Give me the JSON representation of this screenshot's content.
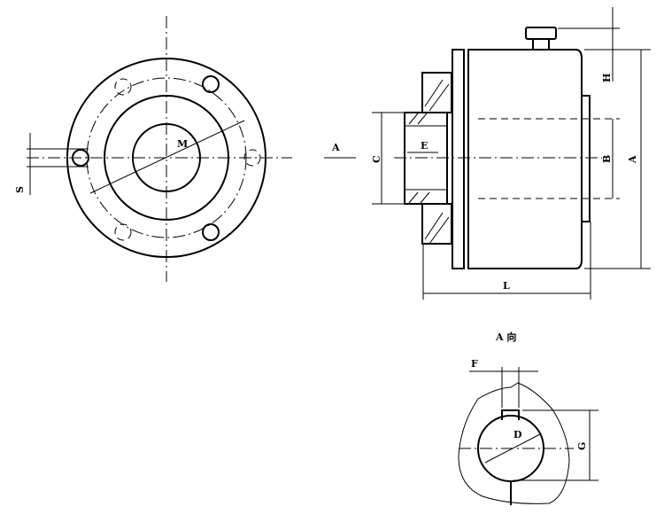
{
  "drawing": {
    "front_view": {
      "labels": {
        "bolt_circle": "M",
        "hole_size": "S"
      }
    },
    "side_view": {
      "labels": {
        "view_arrow": "A",
        "hub_dia": "C",
        "bore_length": "E",
        "knob_height": "H",
        "boss_dia": "B",
        "outer_dia": "A",
        "length": "L"
      }
    },
    "a_view": {
      "title": "A 向",
      "labels": {
        "key_width": "F",
        "shaft_dia": "D",
        "key_depth": "G"
      }
    }
  }
}
